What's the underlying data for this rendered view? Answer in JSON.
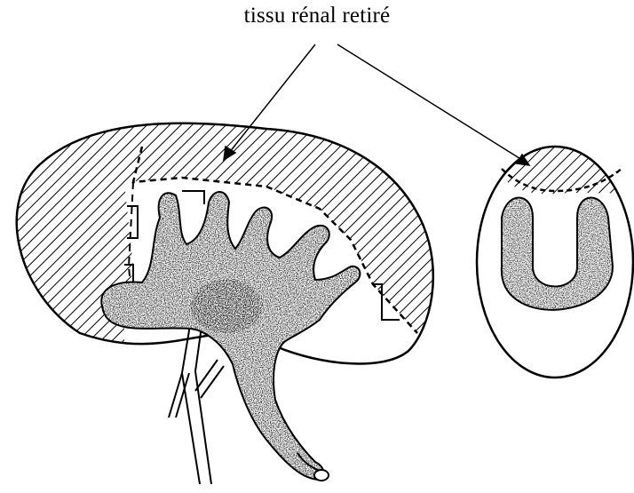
{
  "diagram": {
    "caption": "tissu rénal retiré",
    "colors": {
      "ink": "#000000",
      "paper": "#ffffff",
      "stipple": "#111111"
    },
    "parts": [
      "kidney-longitudinal-section",
      "kidney-cross-section",
      "removed-tissue-hatched-region",
      "renal-pelvis-calyces",
      "ureter",
      "renal-vessels"
    ]
  }
}
